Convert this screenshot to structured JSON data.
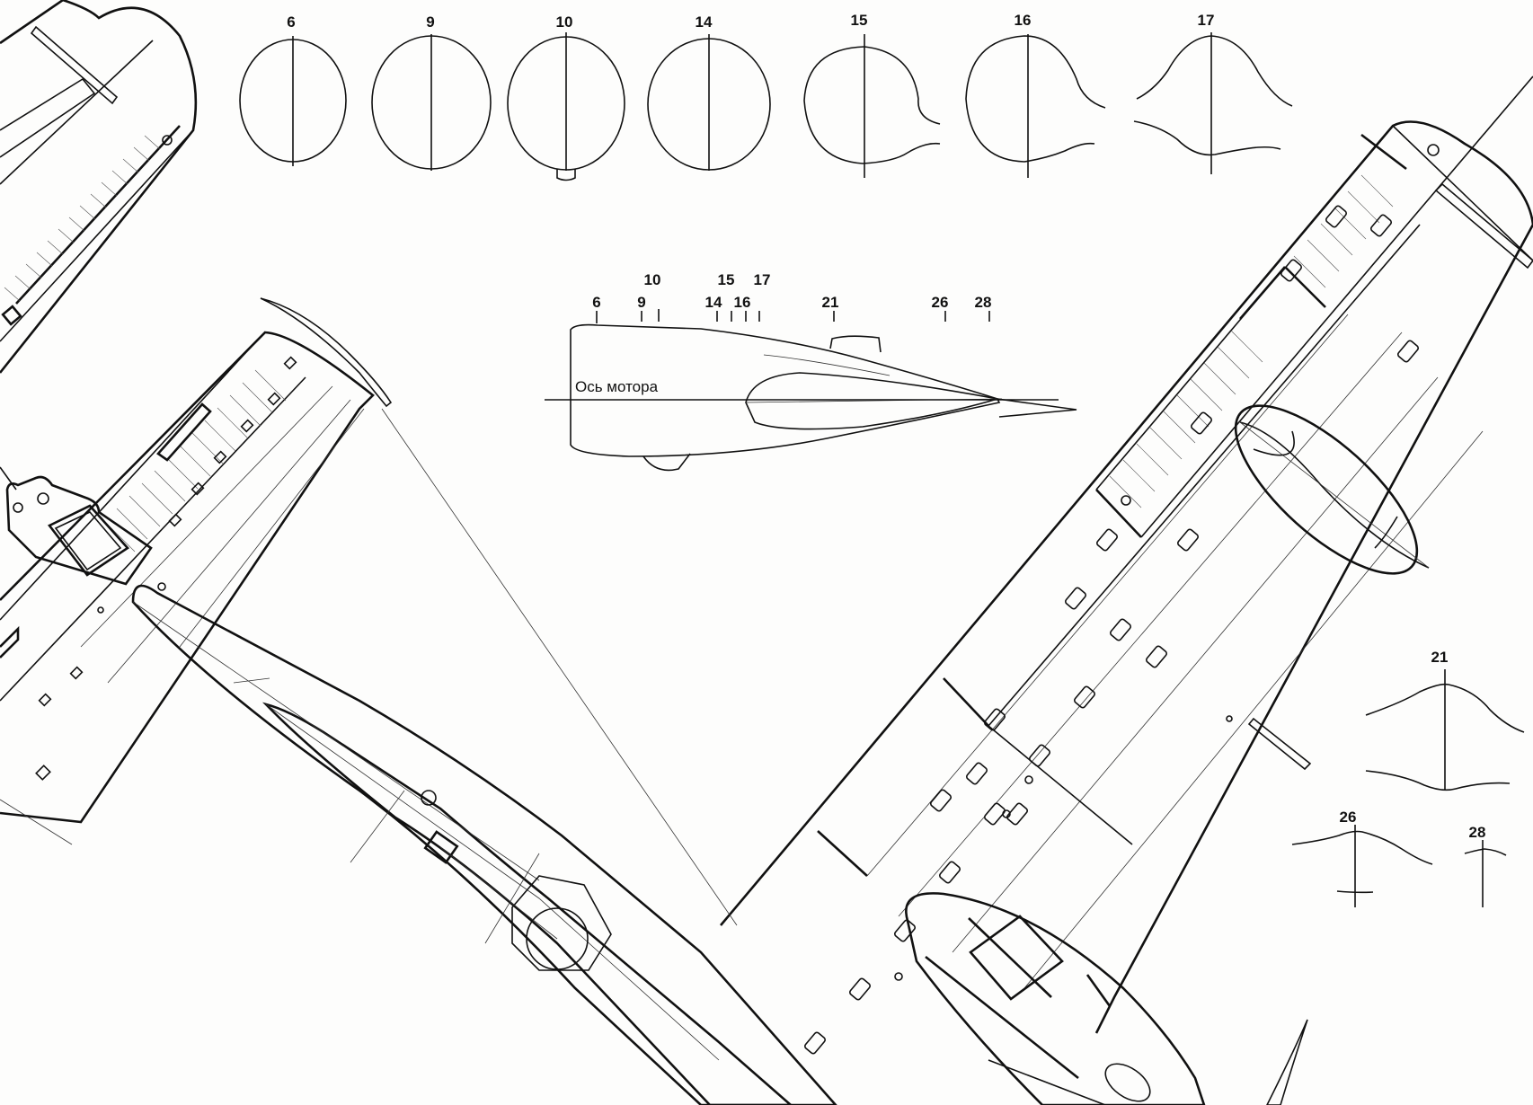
{
  "sections_top": [
    "6",
    "9",
    "10",
    "14",
    "15",
    "16",
    "17"
  ],
  "side_view": {
    "upper_ticks": [
      "10",
      "15",
      "17"
    ],
    "lower_ticks": [
      "6",
      "9",
      "14",
      "16",
      "21",
      "26",
      "28"
    ],
    "axis_label": "Ось мотора"
  },
  "sections_right": [
    "21",
    "26",
    "28"
  ]
}
